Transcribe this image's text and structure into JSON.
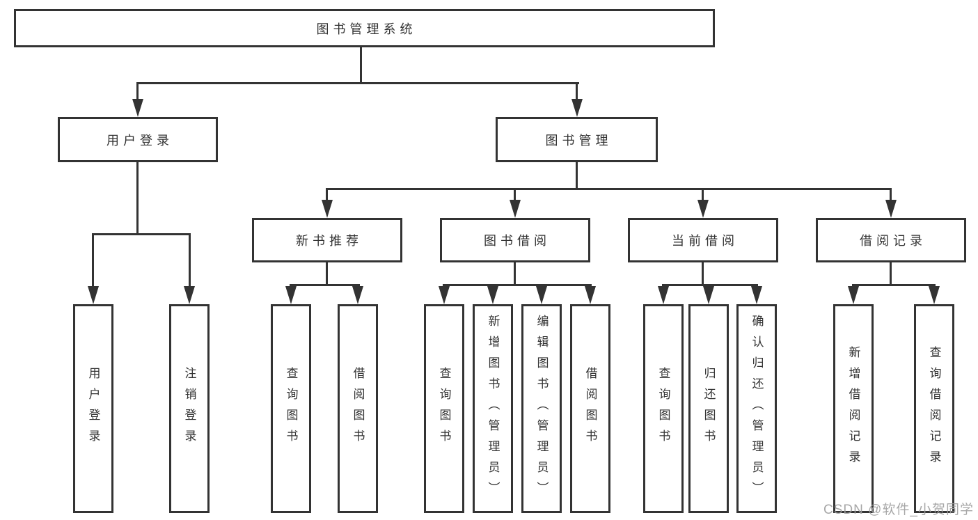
{
  "diagram": {
    "root": "图书管理系统",
    "branches": [
      {
        "label": "用户登录",
        "children": [
          "用户登录",
          "注销登录"
        ]
      },
      {
        "label": "图书管理",
        "sections": [
          {
            "label": "新书推荐",
            "children": [
              "查询图书",
              "借阅图书"
            ]
          },
          {
            "label": "图书借阅",
            "children": [
              "查询图书",
              "新增图书（管理员）",
              "编辑图书（管理员）",
              "借阅图书"
            ]
          },
          {
            "label": "当前借阅",
            "children": [
              "查询图书",
              "归还图书",
              "确认归还（管理员）"
            ]
          },
          {
            "label": "借阅记录",
            "children": [
              "新增借阅记录",
              "查询借阅记录"
            ]
          }
        ]
      }
    ]
  },
  "watermark": "CSDN @软件_小贺同学",
  "colors": {
    "line": "#333333",
    "text": "#333333",
    "box_background": "#ffffff",
    "page_background": "#ffffff",
    "watermark": "#9e9e9e"
  }
}
